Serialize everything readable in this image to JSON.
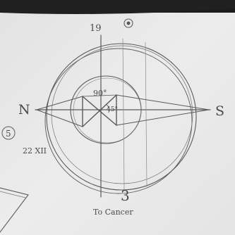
{
  "sketch": {
    "top_number": "19",
    "label_north": "N",
    "label_south": "S",
    "angle_upper": "90°",
    "angle_right": "45°",
    "bottom_number": "3",
    "caption": "To Cancer",
    "margin_number": "5",
    "margin_date": "22 XII"
  },
  "colors": {
    "paper": "#e8e8e8",
    "pencil": "#555555",
    "dark_border": "#1a1a1a"
  }
}
